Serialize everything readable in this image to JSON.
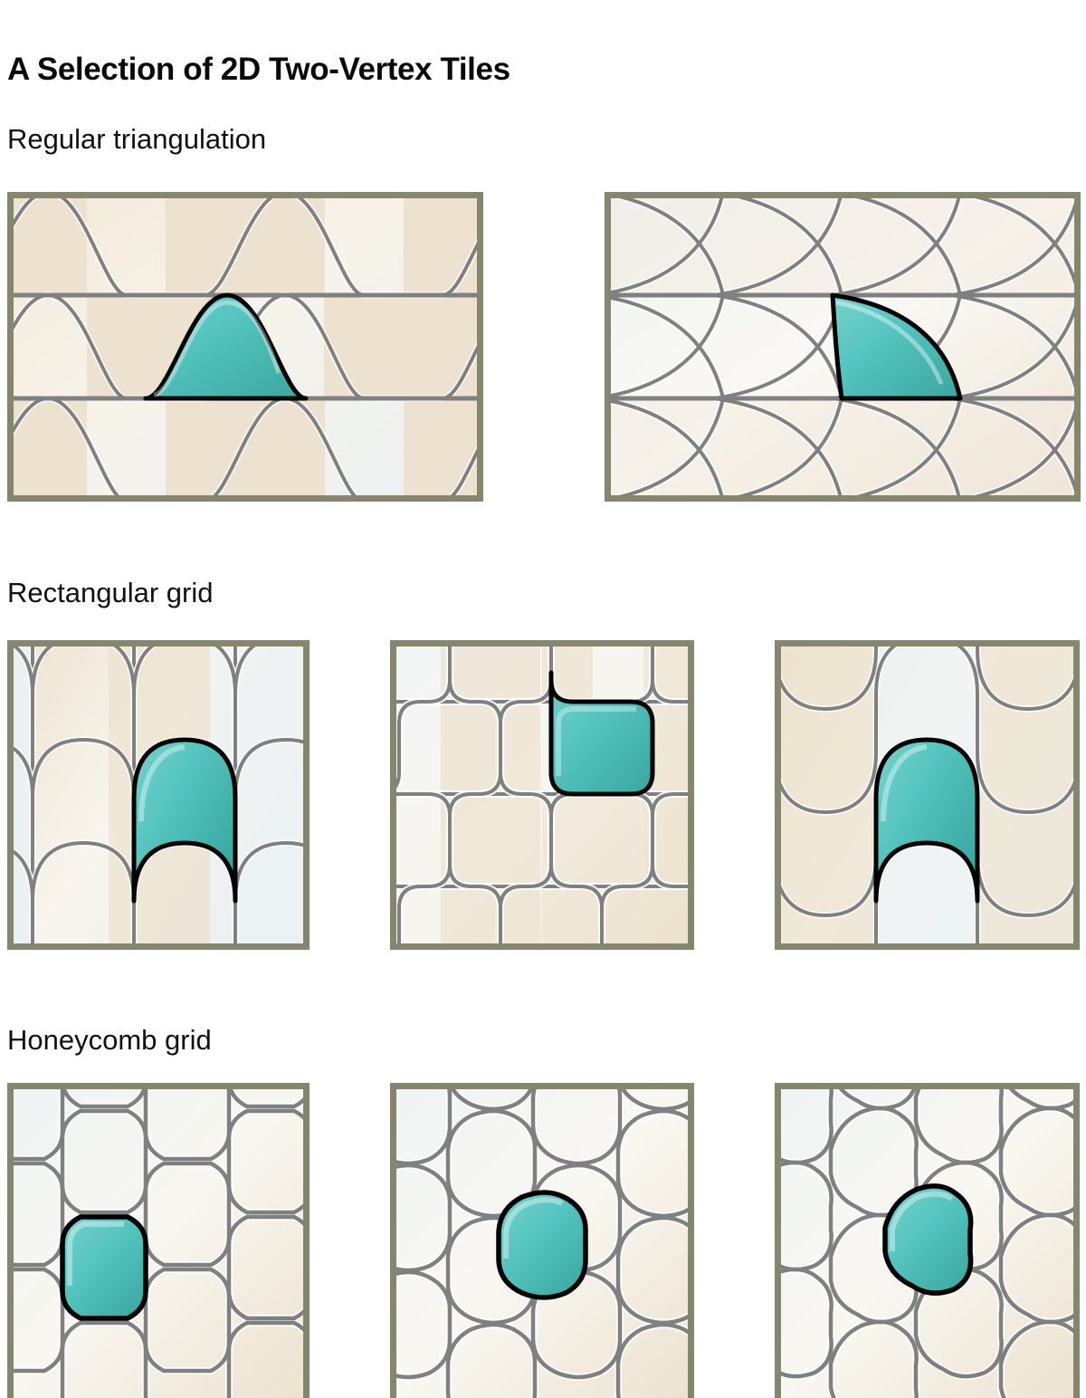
{
  "document": {
    "title": "A Selection of 2D Two-Vertex Tiles"
  },
  "sections": [
    {
      "id": "triangulation",
      "label": "Regular triangulation",
      "panels": [
        {
          "id": "tri-1",
          "name": "regular-triangulation-ogee-tiling",
          "pattern": "ogee-wave",
          "highlight_shape": "bell-curve-tile",
          "rows": 3,
          "columns": 3
        },
        {
          "id": "tri-2",
          "name": "regular-triangulation-fishscale-tiling",
          "pattern": "fish-scale",
          "highlight_shape": "crescent-leaf-tile",
          "rows": 3,
          "columns": 4
        }
      ]
    },
    {
      "id": "rectangular",
      "label": "Rectangular grid",
      "panels": [
        {
          "id": "rect-1",
          "name": "rectangular-grid-arch-tiling",
          "pattern": "column-arch",
          "highlight_shape": "arch-tile",
          "rows": 3,
          "columns": 3
        },
        {
          "id": "rect-2",
          "name": "rectangular-grid-brick-tiling",
          "pattern": "rounded-brick",
          "highlight_shape": "rounded-square-tile",
          "rows": 4,
          "columns": 4
        },
        {
          "id": "rect-3",
          "name": "rectangular-grid-offset-arch-tiling",
          "pattern": "offset-column-arch",
          "highlight_shape": "arch-tile",
          "rows": 3,
          "columns": 3
        }
      ]
    },
    {
      "id": "honeycomb",
      "label": "Honeycomb grid",
      "panels": [
        {
          "id": "hex-1",
          "name": "honeycomb-grid-round-hex-tiling",
          "pattern": "rounded-hexagon",
          "highlight_shape": "rounded-hexagon-tile",
          "rows": 4,
          "columns": 3
        },
        {
          "id": "hex-2",
          "name": "honeycomb-grid-skew-hex-tiling",
          "pattern": "skewed-hexagon",
          "highlight_shape": "skewed-hexagon-tile",
          "rows": 4,
          "columns": 3
        },
        {
          "id": "hex-3",
          "name": "honeycomb-grid-wavy-hex-tiling",
          "pattern": "wavy-hexagon",
          "highlight_shape": "wavy-hexagon-tile",
          "rows": 4,
          "columns": 3
        }
      ]
    }
  ],
  "colors": {
    "background": "#ffffff",
    "title_text": "#0a0a0a",
    "label_text": "#111111",
    "panel_frame": "#85866d",
    "tile_outline": "#808080",
    "tile_highlight_outline": "#000000",
    "tile_fill_warm": "#eee3d1",
    "tile_fill_cool": "#edf2f3",
    "tile_fill_neutral": "#f3efe7",
    "selected_tile_fill": "#55c4bf",
    "selected_tile_shade": "#3aa79f",
    "inner_highlight": "#ffffff"
  }
}
